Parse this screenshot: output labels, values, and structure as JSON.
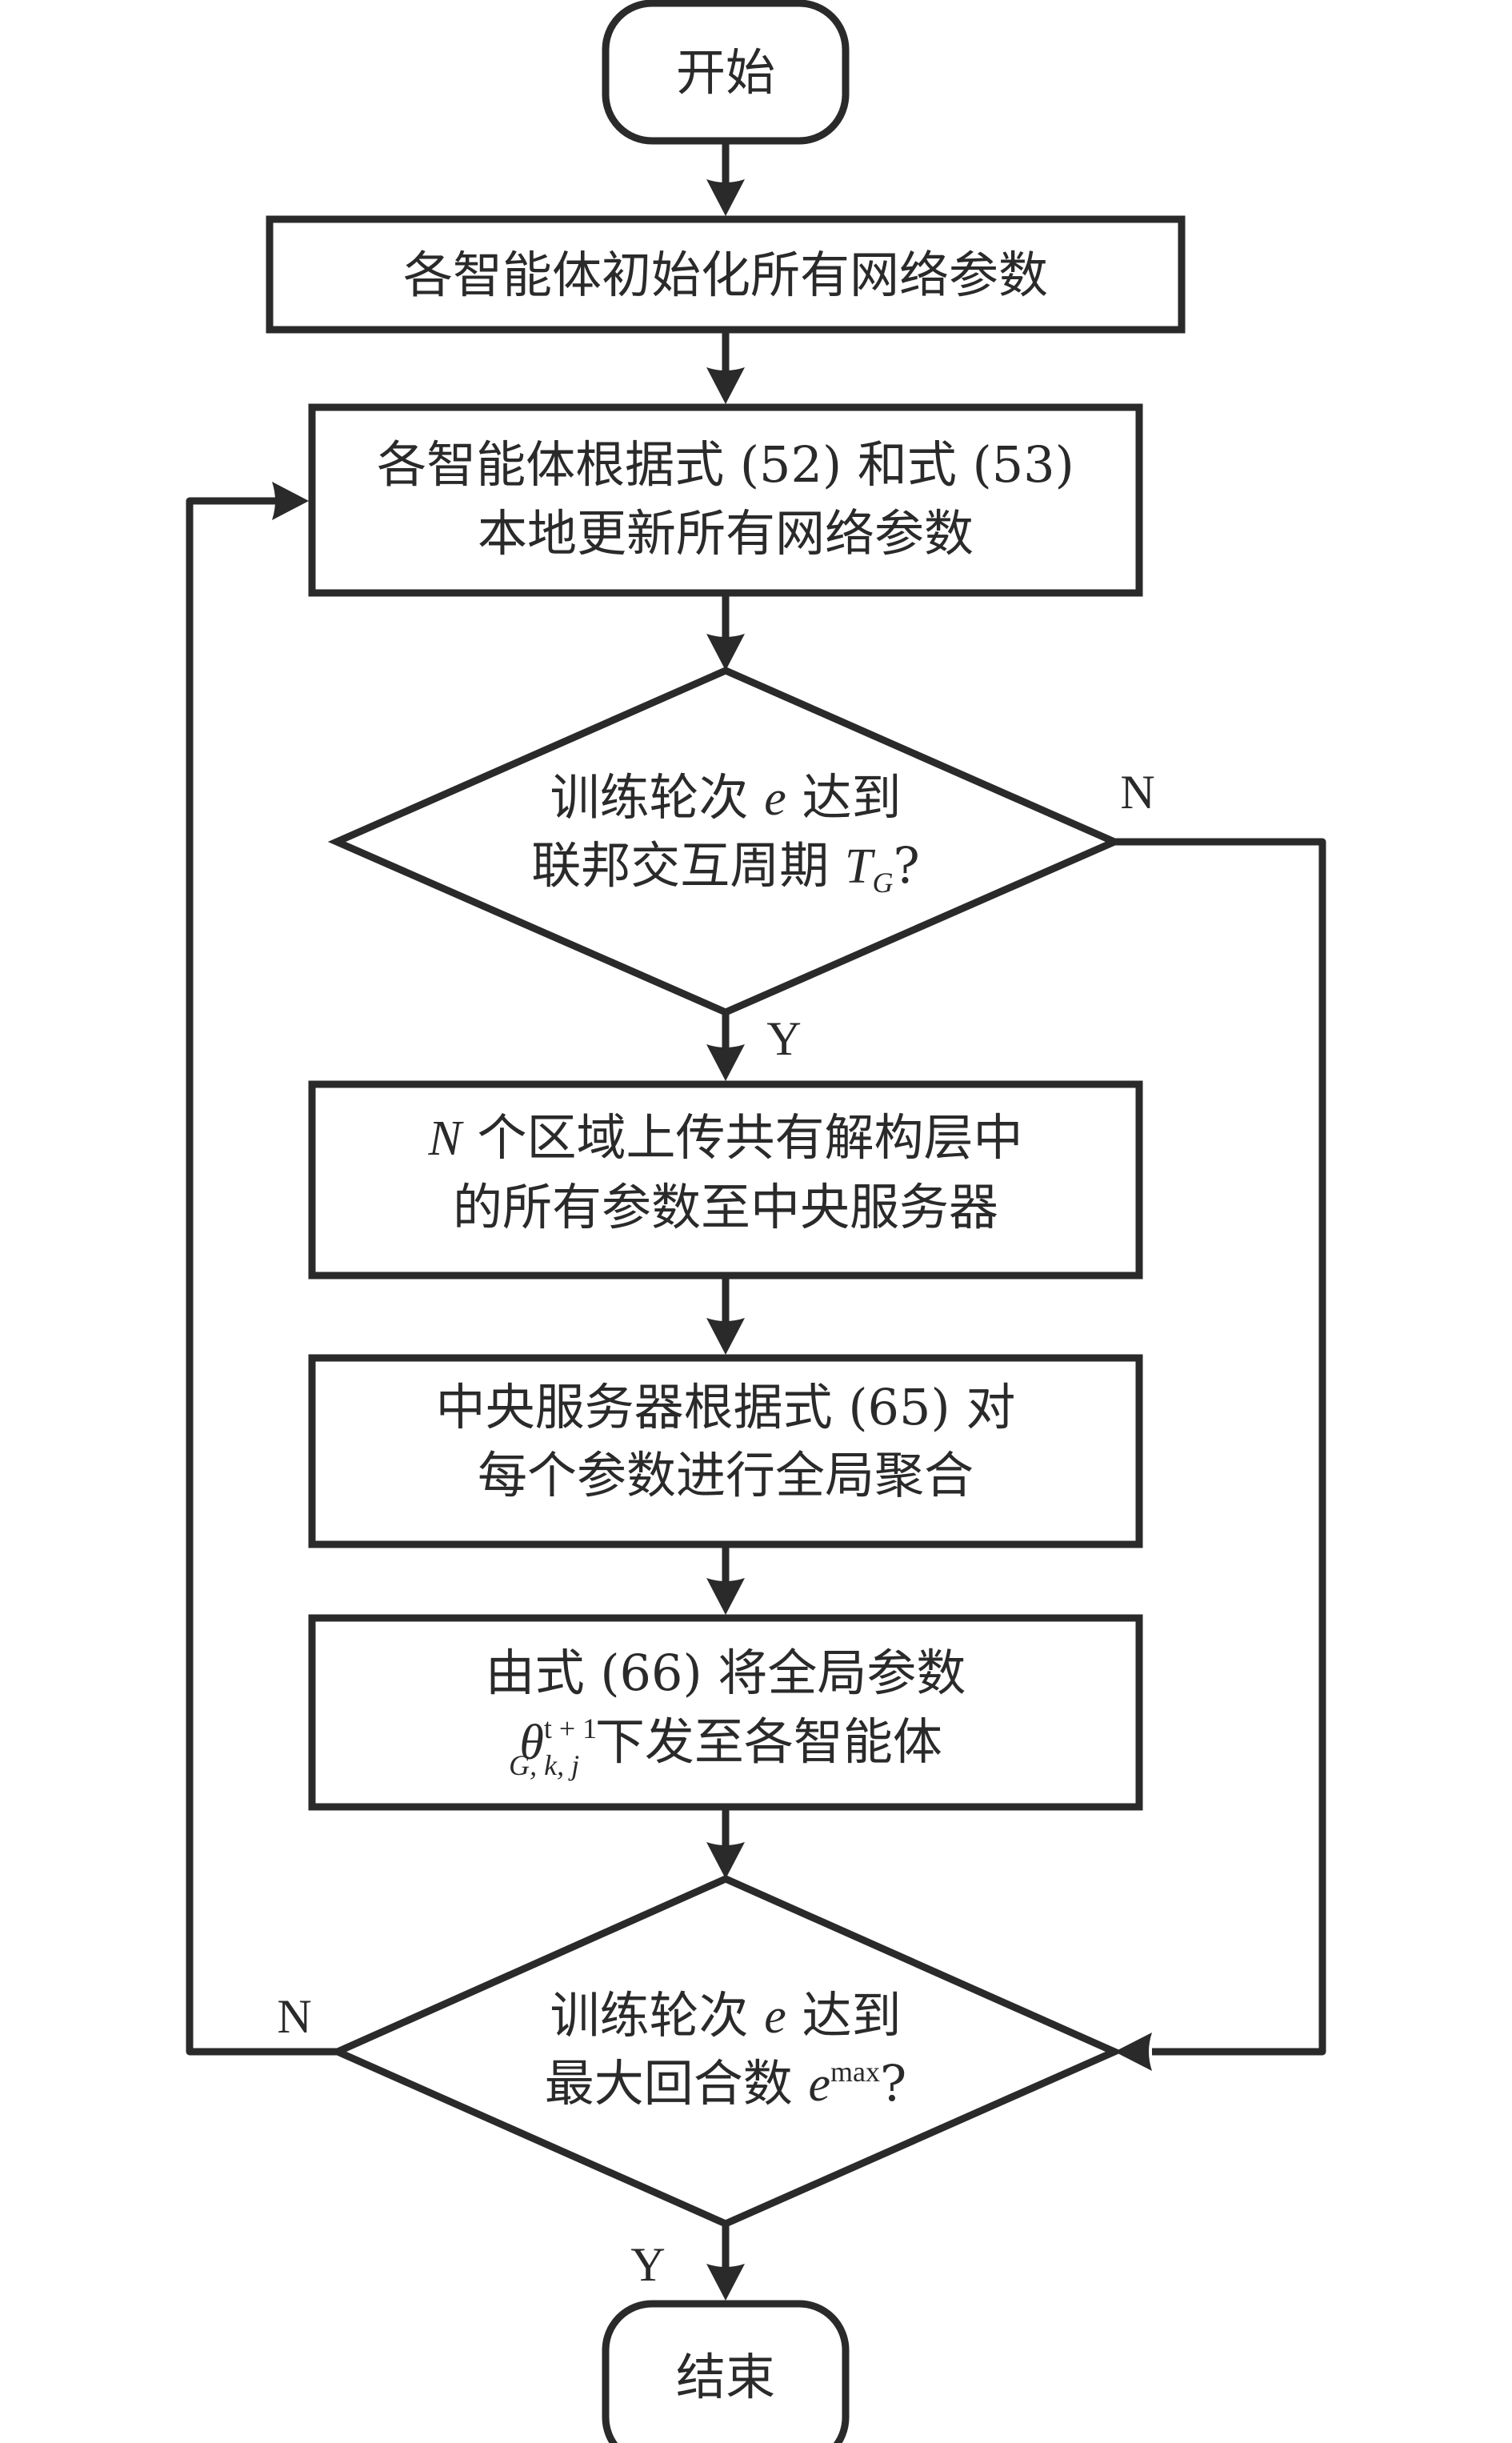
{
  "colors": {
    "stroke": "#2b2a2a",
    "fill": "#ffffff"
  },
  "nodes": {
    "start": {
      "type": "terminator",
      "label": "开始"
    },
    "init": {
      "type": "process",
      "lines": [
        "各智能体初始化所有网络参数"
      ]
    },
    "local_update": {
      "type": "process",
      "lines": [
        "各智能体根据式 (52) 和式 (53)",
        "本地更新所有网络参数"
      ]
    },
    "decision_period": {
      "type": "decision",
      "line1_pre": "训练轮次 ",
      "line1_var": "e",
      "line1_post": " 达到",
      "line2_pre": "联邦交互周期 ",
      "line2_var": "T",
      "line2_sub": "G",
      "line2_post": "?"
    },
    "upload": {
      "type": "process",
      "line1_var": "N",
      "line1_post": " 个区域上传共有解构层中",
      "line2": "的所有参数至中央服务器"
    },
    "aggregate": {
      "type": "process",
      "lines": [
        "中央服务器根据式 (65) 对",
        "每个参数进行全局聚合"
      ]
    },
    "distribute": {
      "type": "process",
      "line1": "由式 (66) 将全局参数",
      "line2_var": "θ",
      "line2_sup": "t + 1",
      "line2_sub": "G, k, j",
      "line2_post": " 下发至各智能体"
    },
    "decision_max": {
      "type": "decision",
      "line1_pre": "训练轮次 ",
      "line1_var": "e",
      "line1_post": " 达到",
      "line2_pre": "最大回合数 ",
      "line2_var": "e",
      "line2_sup": "max",
      "line2_post": "?"
    },
    "end": {
      "type": "terminator",
      "label": "结束"
    }
  },
  "edges": [
    {
      "from": "start",
      "to": "init",
      "label": ""
    },
    {
      "from": "init",
      "to": "local_update",
      "label": ""
    },
    {
      "from": "local_update",
      "to": "decision_period",
      "label": ""
    },
    {
      "from": "decision_period",
      "to": "upload",
      "label": "Y"
    },
    {
      "from": "decision_period",
      "to": "decision_max",
      "label": "N"
    },
    {
      "from": "upload",
      "to": "aggregate",
      "label": ""
    },
    {
      "from": "aggregate",
      "to": "distribute",
      "label": ""
    },
    {
      "from": "distribute",
      "to": "decision_max",
      "label": ""
    },
    {
      "from": "decision_max",
      "to": "end",
      "label": "Y"
    },
    {
      "from": "decision_max",
      "to": "local_update",
      "label": "N"
    }
  ],
  "edge_labels": {
    "yes": "Y",
    "no": "N"
  }
}
